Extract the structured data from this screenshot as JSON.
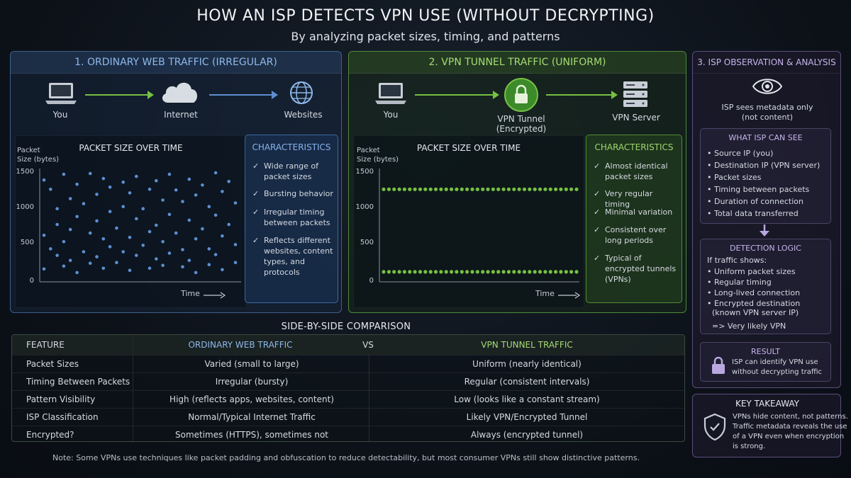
{
  "header": {
    "title": "HOW AN ISP DETECTS VPN USE (WITHOUT DECRYPTING)",
    "subtitle": "By analyzing packet sizes, timing, and patterns"
  },
  "colors": {
    "blue": "#5d8fd0",
    "green": "#76c043",
    "purple": "#c7b5ec"
  },
  "panel1": {
    "title": "1. ORDINARY WEB TRAFFIC (IRREGULAR)",
    "nodes": {
      "you": "You",
      "internet": "Internet",
      "websites": "Websites"
    },
    "chart_title": "PACKET SIZE OVER TIME",
    "ylabel_1": "Packet",
    "ylabel_2": "Size (bytes)",
    "xlabel": "Time",
    "ticks": [
      "1500",
      "1000",
      "500",
      "0"
    ],
    "char_title": "CHARACTERISTICS",
    "characteristics": [
      "Wide range of packet sizes",
      "Bursting behavior",
      "Irregular timing between packets",
      "Reflects different websites, content types, and protocols"
    ]
  },
  "panel2": {
    "title": "2. VPN TUNNEL TRAFFIC (UNIFORM)",
    "nodes": {
      "you": "You",
      "tunnel_1": "VPN Tunnel",
      "tunnel_2": "(Encrypted)",
      "server": "VPN Server"
    },
    "chart_title": "PACKET SIZE OVER TIME",
    "ylabel_1": "Packet",
    "ylabel_2": "Size (bytes)",
    "xlabel": "Time",
    "ticks": [
      "1500",
      "1000",
      "500",
      "0"
    ],
    "char_title": "CHARACTERISTICS",
    "characteristics": [
      "Almost identical packet sizes",
      "Very regular timing",
      "Minimal variation",
      "Consistent over long periods",
      "Typical of encrypted tunnels (VPNs)"
    ]
  },
  "chart_data": [
    {
      "type": "scatter",
      "title": "PACKET SIZE OVER TIME",
      "xlabel": "Time",
      "ylabel": "Packet Size (bytes)",
      "ylim": [
        0,
        1500
      ],
      "x": [
        1,
        1,
        1,
        2,
        2,
        3,
        3,
        3,
        4,
        4,
        4,
        5,
        5,
        5,
        6,
        6,
        6,
        7,
        7,
        8,
        8,
        8,
        9,
        9,
        9,
        10,
        10,
        10,
        11,
        11,
        11,
        12,
        12,
        13,
        13,
        13,
        14,
        14,
        14,
        15,
        15,
        15,
        16,
        16,
        17,
        17,
        17,
        18,
        18,
        18,
        19,
        19,
        19,
        20,
        20,
        20,
        21,
        21,
        22,
        22,
        22,
        23,
        23,
        23,
        24,
        24,
        24,
        25,
        25,
        26,
        26,
        26,
        27,
        27,
        27,
        28,
        28,
        28,
        29,
        29,
        30,
        30,
        30
      ],
      "y": [
        1380,
        610,
        140,
        1250,
        420,
        980,
        330,
        760,
        1460,
        520,
        180,
        1120,
        690,
        260,
        1320,
        870,
        90,
        1050,
        380,
        1470,
        640,
        220,
        1180,
        810,
        310,
        1400,
        560,
        150,
        940,
        450,
        1280,
        710,
        230,
        1350,
        1010,
        380,
        580,
        1200,
        120,
        1430,
        840,
        330,
        980,
        470,
        1250,
        660,
        150,
        1370,
        750,
        280,
        1100,
        520,
        190,
        1460,
        900,
        360,
        1240,
        640,
        1080,
        410,
        170,
        1390,
        820,
        260,
        1170,
        560,
        90,
        1310,
        700,
        1010,
        420,
        200,
        1480,
        890,
        340,
        1220,
        600,
        130,
        1360,
        760,
        1060,
        480,
        230
      ],
      "note": "irregular packet sizes (approximate, scattered widely between 0 and 1500 bytes)"
    },
    {
      "type": "scatter",
      "title": "PACKET SIZE OVER TIME",
      "xlabel": "Time",
      "ylabel": "Packet Size (bytes)",
      "ylim": [
        0,
        1500
      ],
      "series": [
        {
          "values_level": 1250,
          "count": 38
        },
        {
          "values_level": 100,
          "count": 38
        }
      ]
    }
  ],
  "panel3": {
    "title": "3. ISP OBSERVATION & ANALYSIS",
    "eye_caption_1": "ISP sees metadata only",
    "eye_caption_2": "(not content)",
    "can_see_title": "WHAT ISP CAN SEE",
    "can_see": [
      "• Source IP (you)",
      "• Destination IP (VPN server)",
      "• Packet sizes",
      "• Timing between packets",
      "• Duration of connection",
      "• Total data transferred"
    ],
    "logic_title": "DETECTION LOGIC",
    "logic_intro": "If traffic shows:",
    "logic": [
      "• Uniform packet sizes",
      "• Regular timing",
      "• Long-lived connection",
      "• Encrypted destination",
      "  (known VPN server IP)"
    ],
    "logic_result": "=> Very likely VPN",
    "result_title": "RESULT",
    "result_1": "ISP can identify VPN use",
    "result_2": "without decrypting traffic"
  },
  "takeaway": {
    "title": "KEY TAKEAWAY",
    "lines": [
      "VPNs hide content, not patterns.",
      "Traffic metadata reveals the use",
      "of a VPN even when encryption",
      "is strong."
    ]
  },
  "comparison": {
    "title": "SIDE-BY-SIDE COMPARISON",
    "headers": [
      "FEATURE",
      "ORDINARY WEB TRAFFIC",
      "VS",
      "VPN TUNNEL TRAFFIC"
    ],
    "rows": [
      [
        "Packet Sizes",
        "Varied (small to large)",
        "Uniform (nearly identical)"
      ],
      [
        "Timing Between Packets",
        "Irregular (bursty)",
        "Regular (consistent intervals)"
      ],
      [
        "Pattern Visibility",
        "High (reflects apps, websites, content)",
        "Low (looks like a constant stream)"
      ],
      [
        "ISP Classification",
        "Normal/Typical Internet Traffic",
        "Likely VPN/Encrypted Tunnel"
      ],
      [
        "Encrypted?",
        "Sometimes (HTTPS), sometimes not",
        "Always (encrypted tunnel)"
      ]
    ]
  },
  "note": "Note: Some VPNs use techniques like packet padding and obfuscation to reduce detectability, but most consumer VPNs still show distinctive patterns."
}
